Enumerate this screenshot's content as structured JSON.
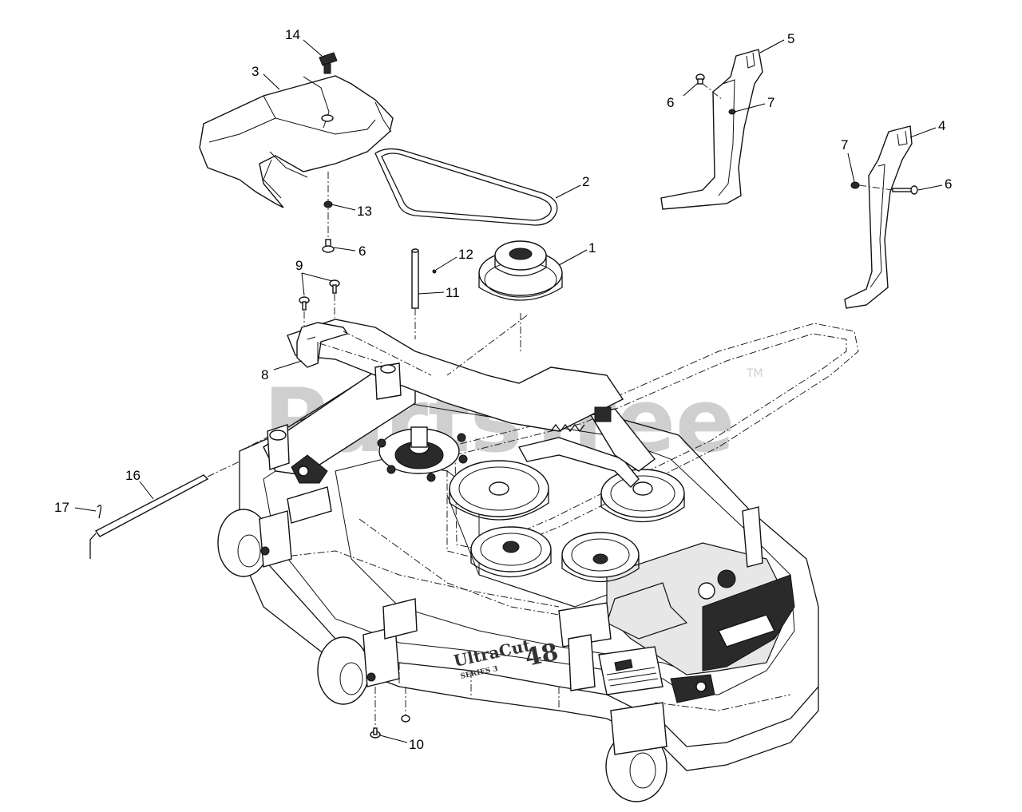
{
  "watermark": {
    "brand": "PartsTree",
    "trademark": "TM"
  },
  "deck_decal": {
    "brand": "UltraCut",
    "series": "SERIES 3",
    "size": "48"
  },
  "callouts": [
    "1",
    "2",
    "3",
    "4",
    "5",
    "6",
    "6",
    "6",
    "7",
    "7",
    "8",
    "9",
    "10",
    "11",
    "12",
    "13",
    "14",
    "16",
    "17"
  ],
  "parts": {
    "spindle_pulley": "1",
    "belt": "2",
    "belt_cover": "3",
    "bracket_right": "4",
    "bracket_left": "5",
    "bolt": "6",
    "nut": "7",
    "idler_bracket": "8",
    "carriage_bolt": "9",
    "wheel_bolt": "10",
    "pin": "11",
    "cotter_pin": "12",
    "locknut": "13",
    "knob": "14",
    "rod": "16",
    "hairpin": "17"
  }
}
